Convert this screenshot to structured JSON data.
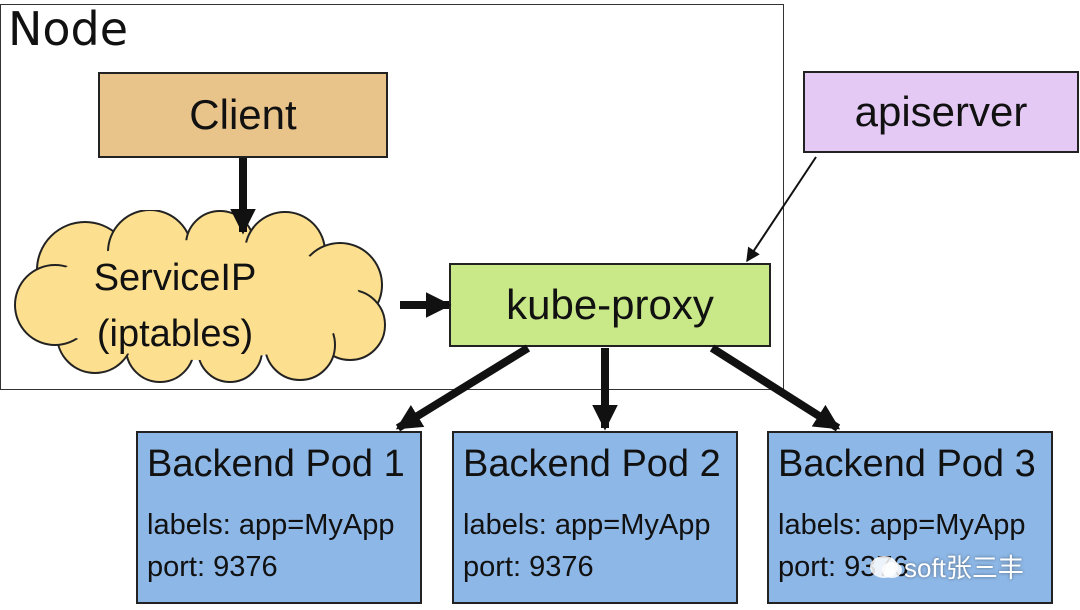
{
  "node": {
    "label": "Node"
  },
  "client": {
    "label": "Client"
  },
  "apiserver": {
    "label": "apiserver"
  },
  "service": {
    "line1": "ServiceIP",
    "line2": "(iptables)"
  },
  "kube_proxy": {
    "label": "kube-proxy"
  },
  "pods": [
    {
      "title": "Backend Pod 1",
      "labels": "labels: app=MyApp",
      "port": "port: 9376"
    },
    {
      "title": "Backend Pod 2",
      "labels": "labels: app=MyApp",
      "port": "port: 9376"
    },
    {
      "title": "Backend Pod 3",
      "labels": "labels: app=MyApp",
      "port": "port: 9376"
    }
  ],
  "watermark": {
    "text": "soft张三丰"
  },
  "colors": {
    "client": "#e9c48a",
    "apiserver": "#e3c9f3",
    "kube_proxy": "#c9e989",
    "pod": "#8db7e6",
    "cloud": "#fde08f"
  }
}
